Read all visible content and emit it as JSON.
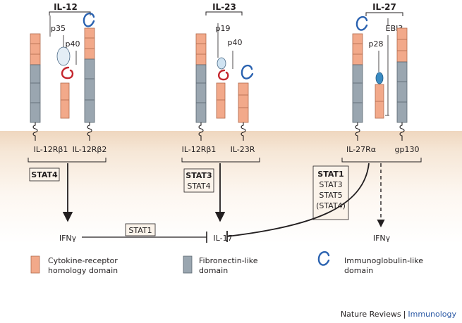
{
  "colors": {
    "chr": "#f2a98a",
    "chr_edge": "#b0694c",
    "fn": "#9aa6b0",
    "fn_edge": "#5b6670",
    "ig_blue": "#2a62b0",
    "ig_red": "#c4262e",
    "p35_fill": "#e4eef6",
    "p19_fill": "#cfe3f2",
    "p28_fill": "#3a8bc2"
  },
  "icons": [
    "immunoglobulin-like-domain-hook"
  ],
  "complexes": [
    {
      "title": "IL-12",
      "subunits": [
        "p35",
        "p40"
      ],
      "receptors": [
        "IL-12Rβ1",
        "IL-12Rβ2"
      ],
      "stats": [
        {
          "text": "STAT4",
          "bold": true
        }
      ],
      "output": "IFNγ"
    },
    {
      "title": "IL-23",
      "subunits": [
        "p19",
        "p40"
      ],
      "receptors": [
        "IL-12Rβ1",
        "IL-23R"
      ],
      "stats": [
        {
          "text": "STAT3",
          "bold": true
        },
        {
          "text": "STAT4",
          "bold": false
        }
      ],
      "output": "IL-17"
    },
    {
      "title": "IL-27",
      "subunits": [
        "EBI3",
        "p28"
      ],
      "receptors": [
        "IL-27Rα",
        "gp130"
      ],
      "stats": [
        {
          "text": "STAT1",
          "bold": true
        },
        {
          "text": "STAT3",
          "bold": false
        },
        {
          "text": "STAT5",
          "bold": false
        },
        {
          "text": "(STAT4)",
          "bold": false
        }
      ],
      "output": "IFNγ"
    }
  ],
  "inhibition_label": "STAT1",
  "legend": [
    {
      "kind": "chr",
      "line1": "Cytokine-receptor",
      "line2": "homology domain"
    },
    {
      "kind": "fn",
      "line1": "Fibronectin-like",
      "line2": "domain"
    },
    {
      "kind": "ig",
      "line1": "Immunoglobulin-like",
      "line2": "domain"
    }
  ],
  "credit": {
    "publisher": "Nature Reviews",
    "separator": "|",
    "journal": "Immunology"
  }
}
